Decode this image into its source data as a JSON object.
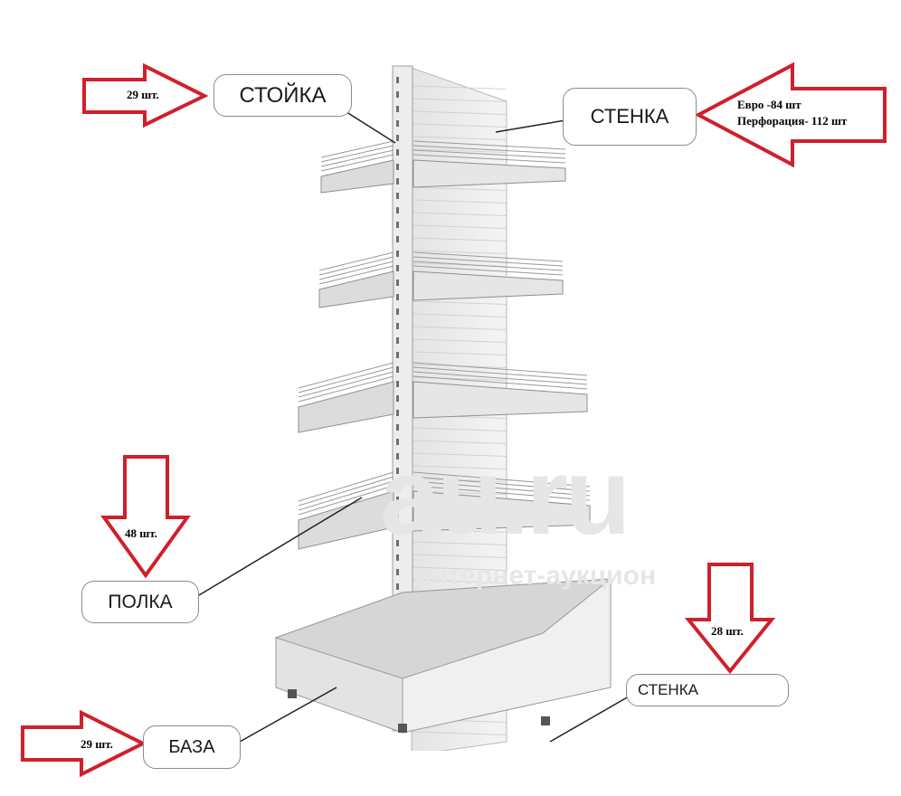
{
  "labels": {
    "stoika": "СТОЙКА",
    "stenka_top": "СТЕНКА",
    "polka": "ПОЛКА",
    "baza": "БАЗА",
    "stenka_bottom": "СТЕНКА"
  },
  "counts": {
    "stoika": "29 шт.",
    "stenka_euro": "Евро -84 шт",
    "stenka_perf": "Перфорация- 112 шт",
    "polka": "48 шт.",
    "baza": "29 шт.",
    "stenka_bottom": "28 шт."
  },
  "watermark": {
    "brand": "au.ru",
    "tagline": "интернет-аукцион"
  },
  "colors": {
    "arrow": "#d0202a",
    "outline": "#8a8a8a"
  }
}
